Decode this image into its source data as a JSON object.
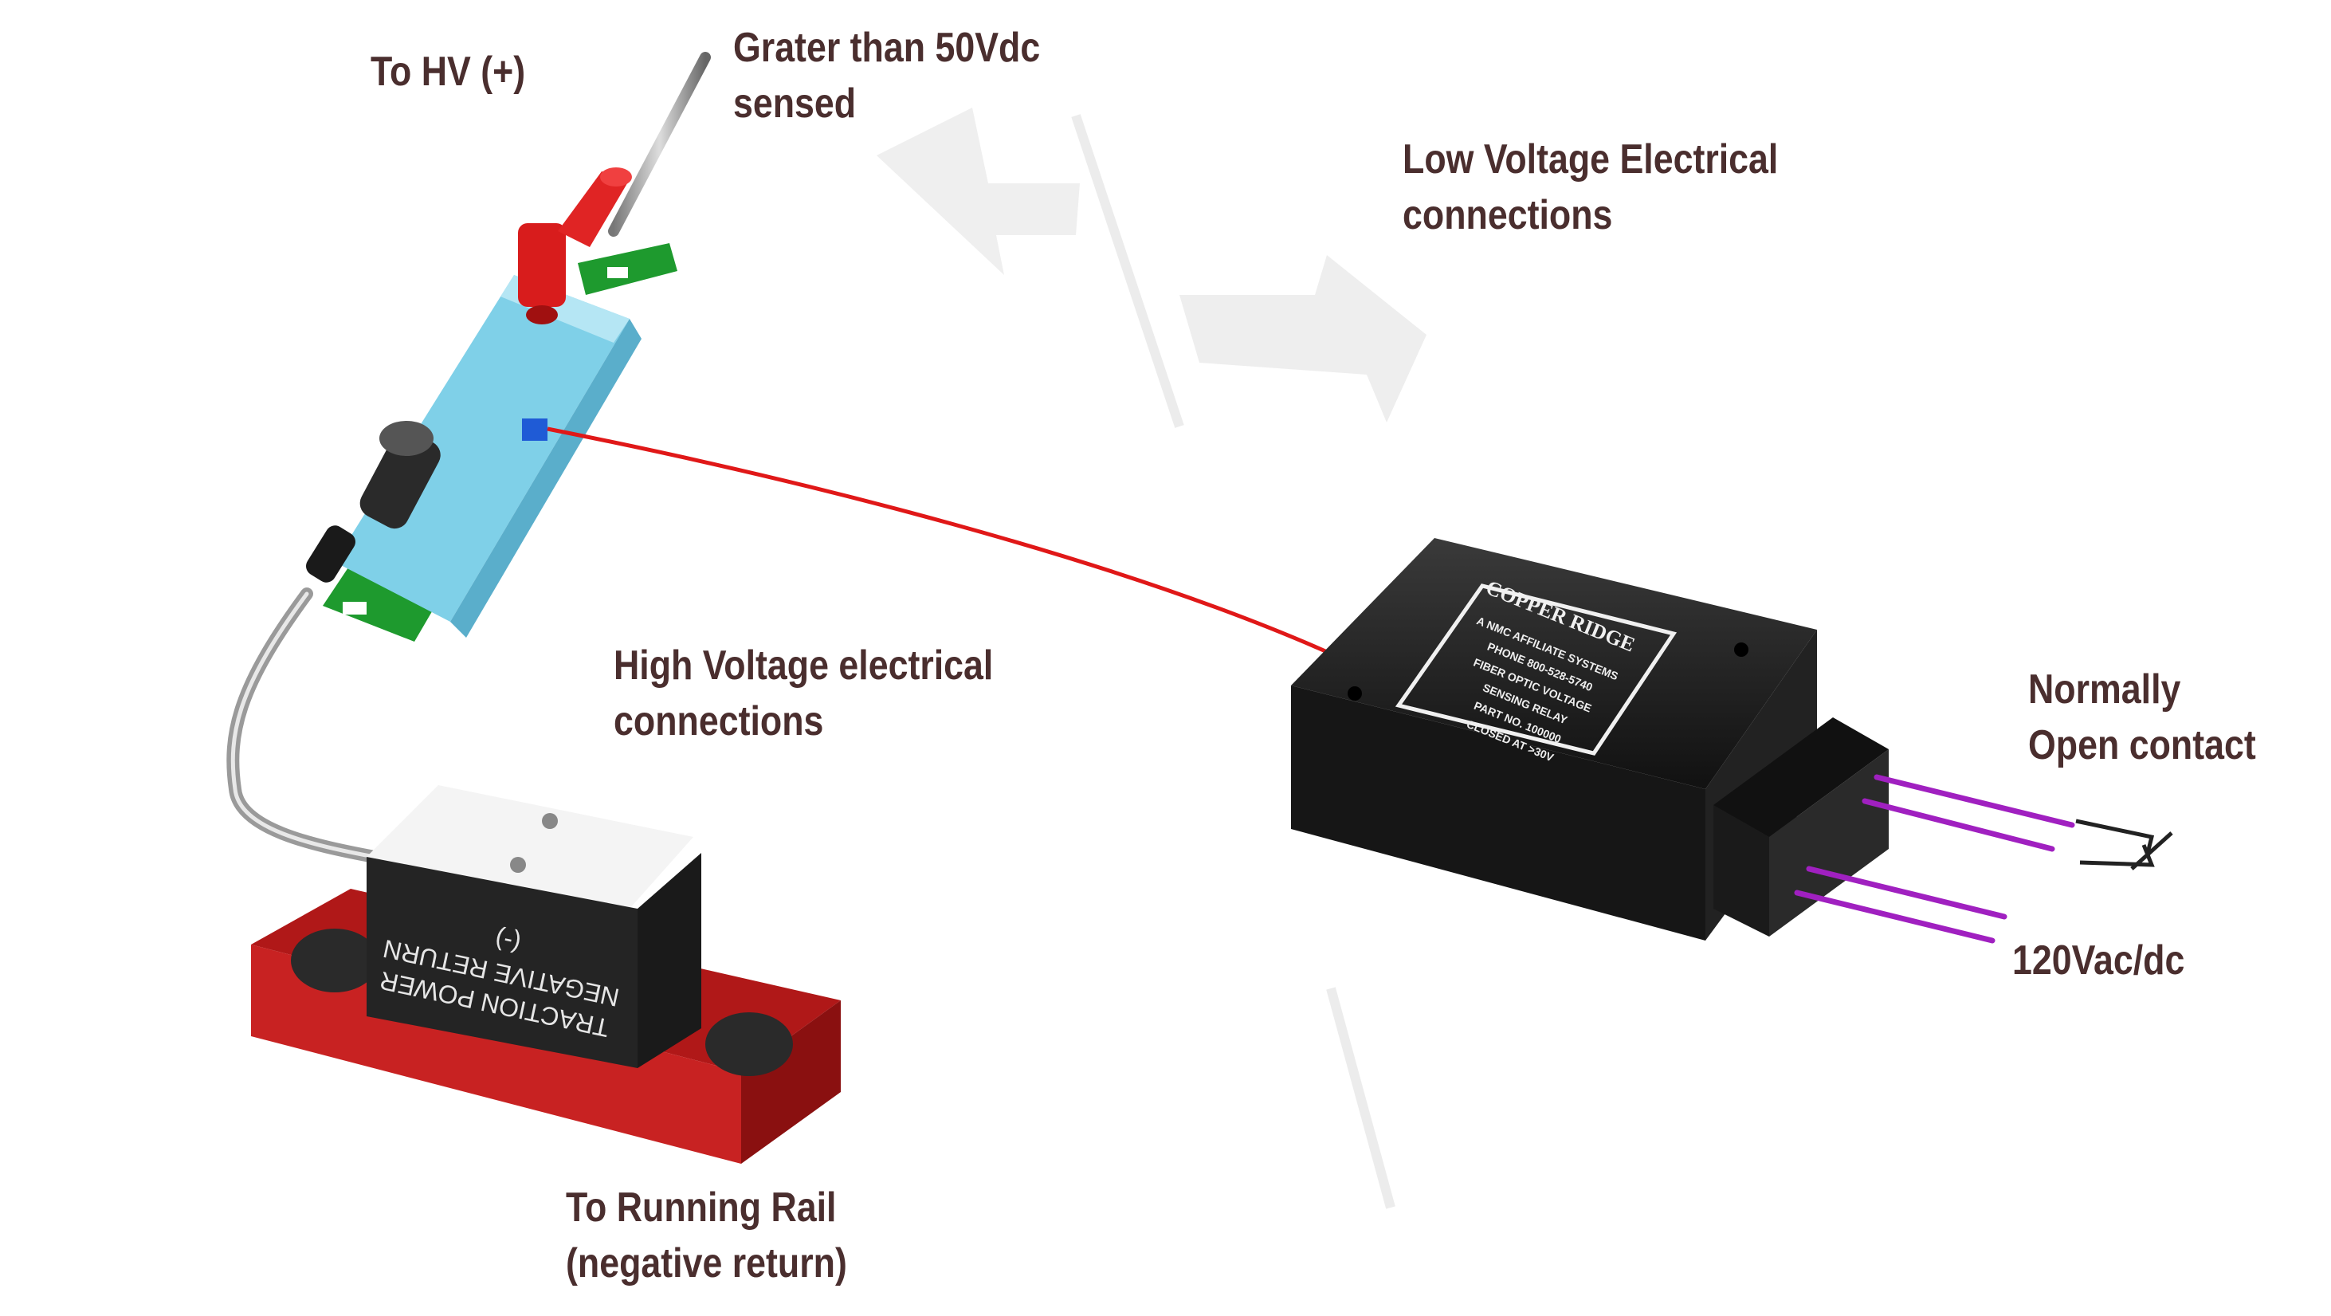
{
  "labels": {
    "hv_positive": "To HV (+)",
    "threshold": [
      "Grater than 50Vdc",
      "sensed"
    ],
    "low_voltage": [
      "Low Voltage Electrical",
      "connections"
    ],
    "high_voltage": [
      "High Voltage electrical",
      "connections"
    ],
    "normally_open": [
      "Normally",
      "Open contact"
    ],
    "supply": "120Vac/dc",
    "running_rail": [
      "To Running Rail",
      "(negative return)"
    ]
  },
  "relay_label": {
    "brand": "COPPER RIDGE",
    "lines": [
      "A NMC AFFILIATE SYSTEMS",
      "PHONE 800-528-5740",
      "FIBER OPTIC VOLTAGE",
      "SENSING RELAY",
      "PART NO. 100000",
      "CLOSED AT >30V"
    ]
  },
  "rail_clamp_label": [
    "TRACTION POWER",
    "NEGATIVE RETURN",
    "(-)"
  ],
  "colors": {
    "text": "#4a2e2e",
    "fiber": "#e01818",
    "wire": "#a020c0",
    "rail_base": "#b01818",
    "sensor_body": "#7fd0e8",
    "pcb": "#1e9a2e",
    "relay_box": "#1c1c1c",
    "probe_cap": "#d81c1c"
  }
}
